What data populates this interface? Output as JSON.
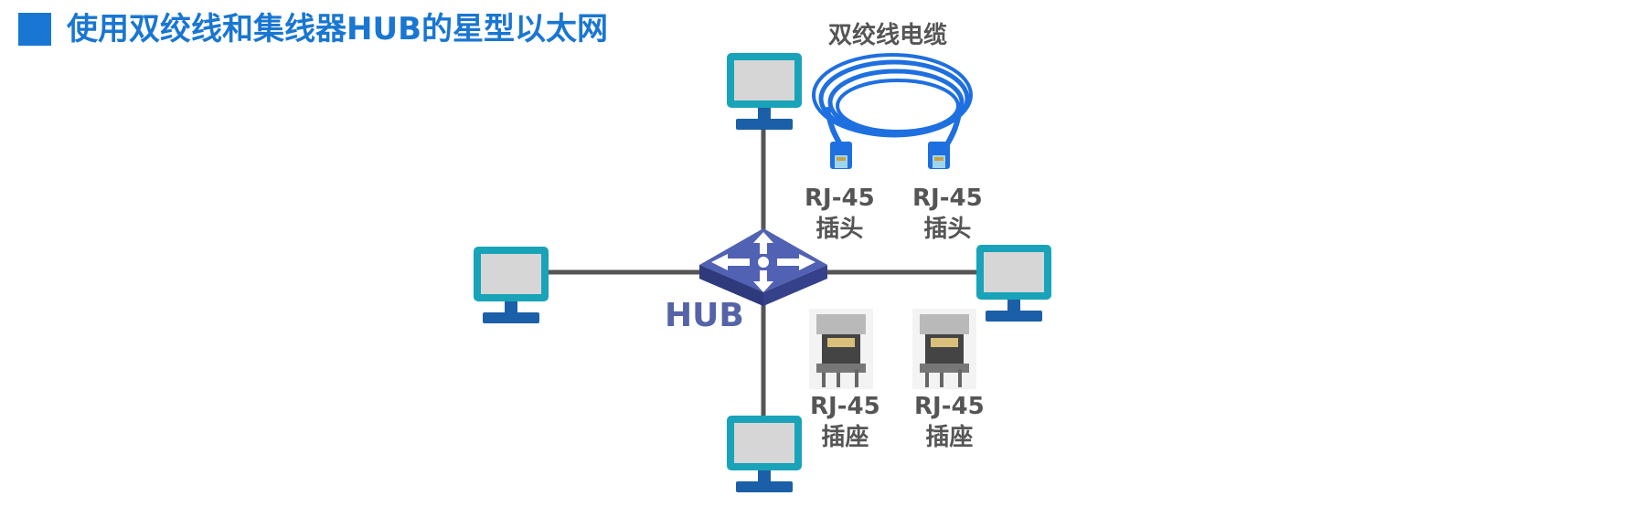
{
  "title": "使用双绞线和集线器HUB的星型以太网",
  "hub_label": "HUB",
  "cable_label": "双绞线电缆",
  "plug_labels": [
    {
      "line1": "RJ-45",
      "line2": "插头"
    },
    {
      "line1": "RJ-45",
      "line2": "插头"
    }
  ],
  "socket_labels": [
    {
      "line1": "RJ-45",
      "line2": "插座"
    },
    {
      "line1": "RJ-45",
      "line2": "插座"
    }
  ],
  "colors": {
    "title": "#1976d2",
    "monitor_frame": "#19a3b8",
    "monitor_screen": "#d6d6d6",
    "monitor_stand": "#1a5fa8",
    "hub": "#4a58a8",
    "cable": "#1e6fe0",
    "link_line": "#555555"
  }
}
